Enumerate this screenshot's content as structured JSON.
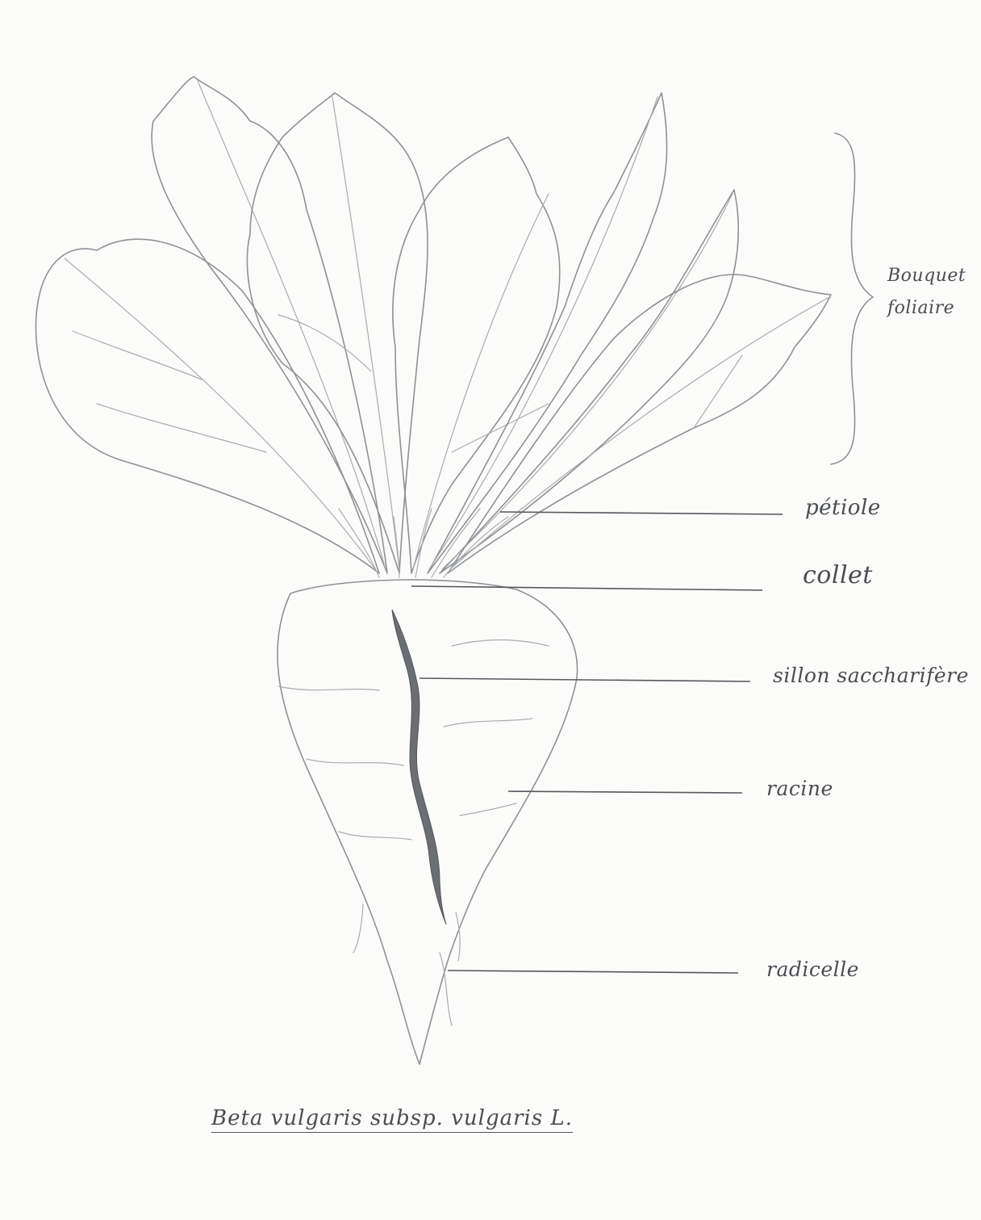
{
  "labels": {
    "bouquet_foliaire": "Bouquet foliaire",
    "petiole": "pétiole",
    "collet": "collet",
    "sillon": "sillon saccharifère",
    "racine": "racine",
    "radicelle": "radicelle"
  },
  "caption": "Beta vulgaris subsp. vulgaris L.",
  "colors": {
    "pencil": "#8f9296",
    "groove": "#6b6e72"
  }
}
